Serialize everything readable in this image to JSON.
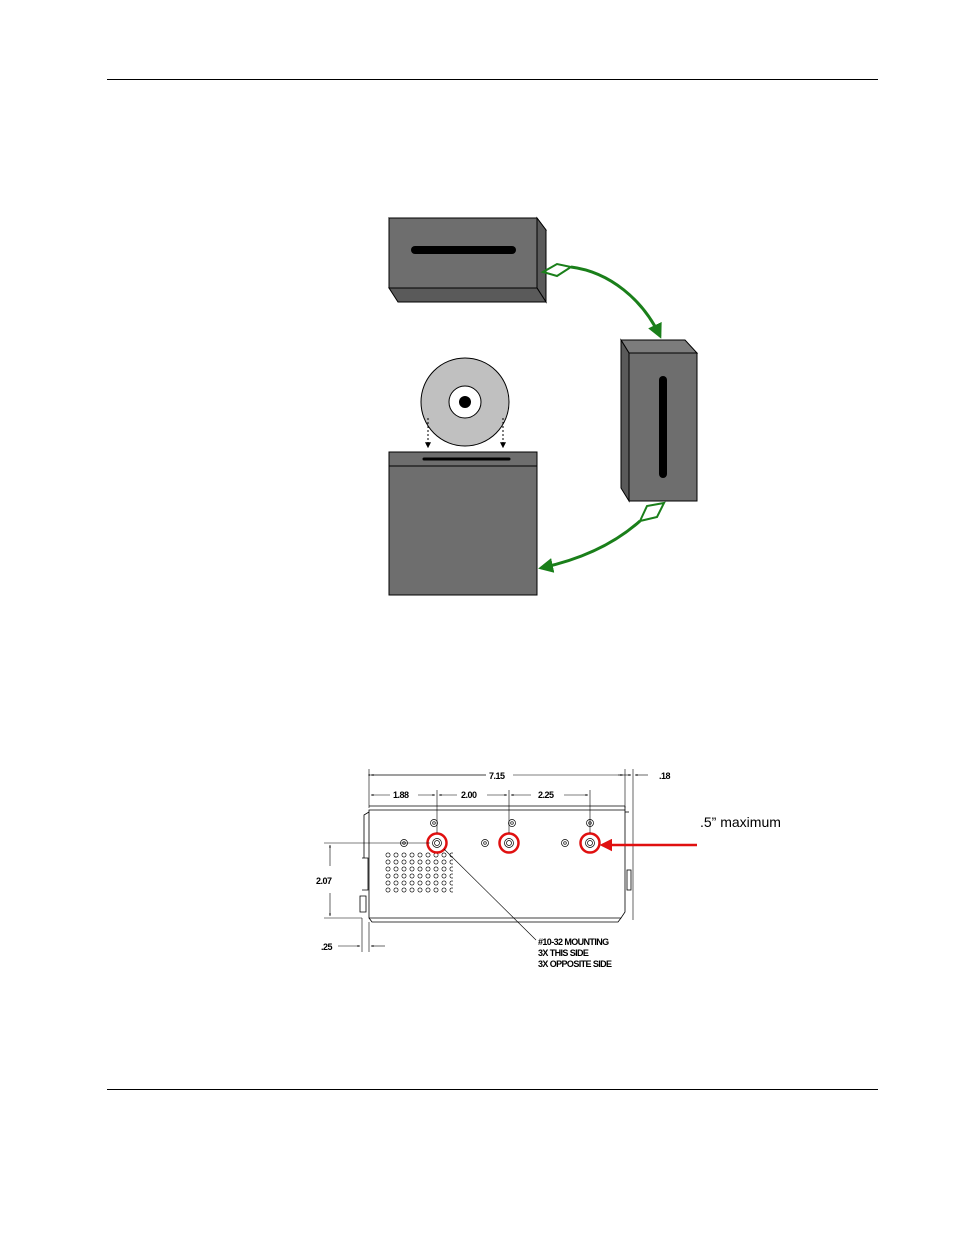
{
  "colors": {
    "box": "#6e6e6e",
    "box_side": "#5a5a5a",
    "box_top": "#7c7c7c",
    "arrow_green": "#1a7f1a",
    "disc": "#c0c0c0",
    "highlight_red": "#e01010"
  },
  "mounting_drawing": {
    "overall_length": "7.15",
    "side_offset": ".18",
    "spacing_1": "1.88",
    "spacing_2": "2.00",
    "spacing_3": "2.25",
    "height": "2.07",
    "bottom_offset": ".25",
    "note_line_1": "#10-32 MOUNTING",
    "note_line_2": "3X THIS SIDE",
    "note_line_3": "3X OPPOSITE SIDE"
  },
  "callout": {
    "text": ".5” maximum"
  }
}
